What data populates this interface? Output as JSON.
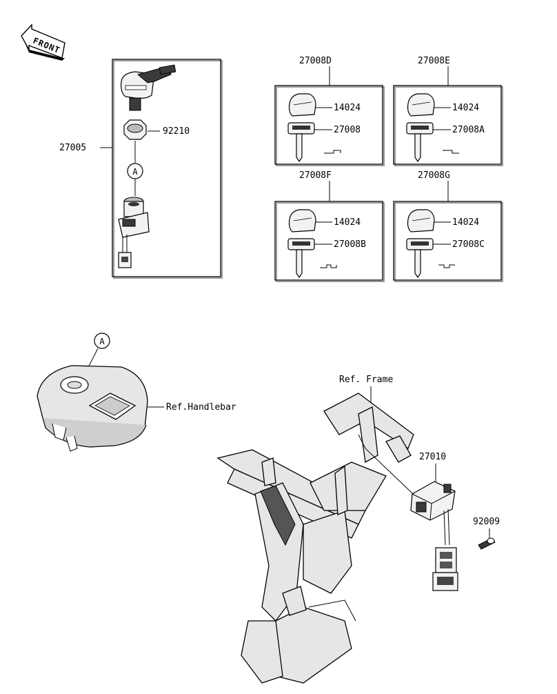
{
  "front_label": "FRONT",
  "main_assembly": {
    "number": "27005",
    "nut": "92210",
    "ref_letter": "A"
  },
  "key_sets": [
    {
      "number": "27008D",
      "top_part": "14024",
      "key_part": "27008"
    },
    {
      "number": "27008E",
      "top_part": "14024",
      "key_part": "27008A"
    },
    {
      "number": "27008F",
      "top_part": "14024",
      "key_part": "27008B"
    },
    {
      "number": "27008G",
      "top_part": "14024",
      "key_part": "27008C"
    }
  ],
  "handlebar": {
    "ref_letter": "A",
    "label": "Ref.Handlebar"
  },
  "frame": {
    "label": "Ref. Frame"
  },
  "module": {
    "number": "27010",
    "screw": "92009"
  }
}
